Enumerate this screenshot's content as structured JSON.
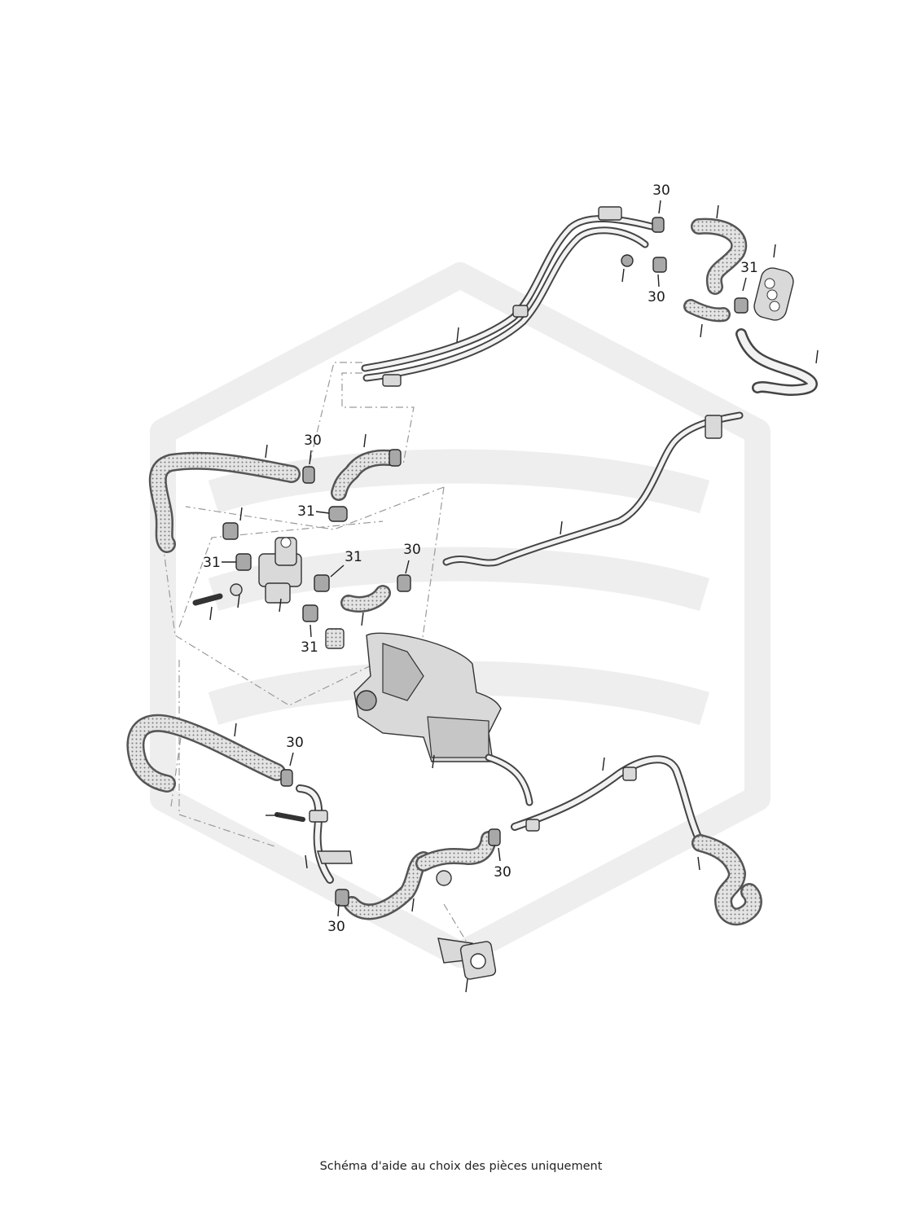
{
  "footer": {
    "caption": "Schéma d'aide au choix des pièces uniquement"
  },
  "callouts": [
    {
      "id": "c-30-top",
      "label": "30"
    },
    {
      "id": "c-30-upper",
      "label": "30"
    },
    {
      "id": "c-31-right",
      "label": "31"
    },
    {
      "id": "c-30-left",
      "label": "30"
    },
    {
      "id": "c-31-mid",
      "label": "31"
    },
    {
      "id": "c-31-valve-left",
      "label": "31"
    },
    {
      "id": "c-31-valve-right",
      "label": "31"
    },
    {
      "id": "c-30-valve",
      "label": "30"
    },
    {
      "id": "c-31-bottom",
      "label": "31"
    },
    {
      "id": "c-30-lower-left",
      "label": "30"
    },
    {
      "id": "c-30-lower-right",
      "label": "30"
    },
    {
      "id": "c-30-bottom",
      "label": "30"
    }
  ],
  "colors": {
    "background": "#ffffff",
    "watermark": "#ededed",
    "line": "#333333",
    "leader_dash": "#9a9a9a"
  }
}
